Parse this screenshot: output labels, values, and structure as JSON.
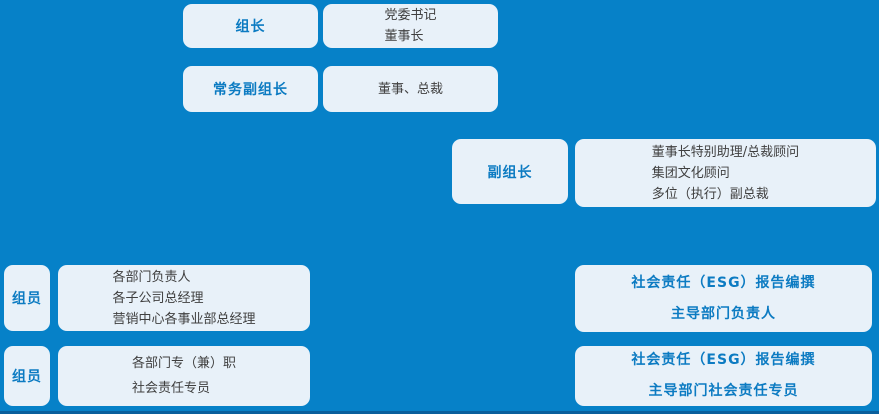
{
  "colors": {
    "background": "#0681C8",
    "box_fill": "#E8F1F9",
    "accent_text": "#0C7BC2",
    "body_text": "#3F3F3F",
    "bottom_bar": "#0A5F9C"
  },
  "chart": {
    "type": "org-structure-diagram",
    "rows": [
      {
        "label": "组长",
        "desc": [
          "党委书记",
          "董事长"
        ]
      },
      {
        "label": "常务副组长",
        "desc": [
          "董事、总裁"
        ]
      },
      {
        "label": "副组长",
        "desc": [
          "董事长特别助理/总裁顾问",
          "集团文化顾问",
          "多位（执行）副总裁"
        ]
      },
      {
        "label": "组员",
        "desc": [
          "各部门负责人",
          "各子公司总经理",
          "营销中心各事业部总经理"
        ],
        "right": [
          "社会责任（ESG）报告编撰",
          "主导部门负责人"
        ]
      },
      {
        "label": "组员",
        "desc": [
          "各部门专（兼）职",
          "社会责任专员"
        ],
        "right": [
          "社会责任（ESG）报告编撰",
          "主导部门社会责任专员"
        ]
      }
    ]
  }
}
